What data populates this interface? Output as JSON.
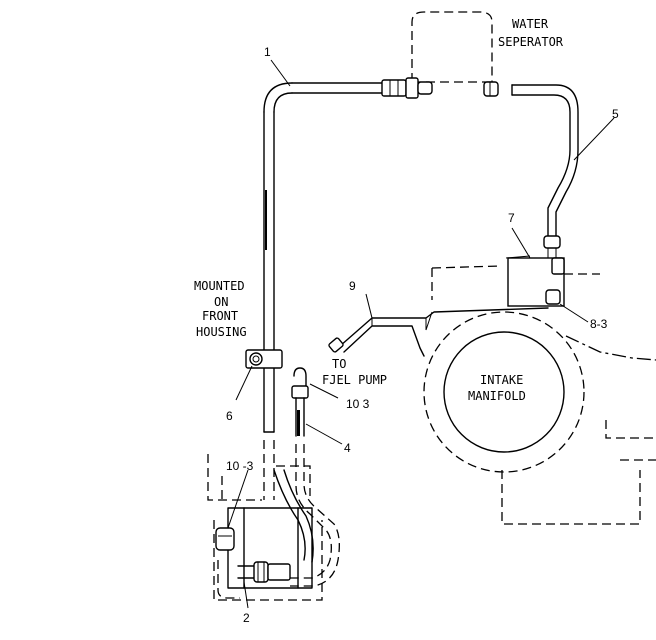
{
  "labels": {
    "water_separator_line1": "WATER",
    "water_separator_line2": "SEPERATOR",
    "mounted_line1": "MOUNTED",
    "mounted_line2": "ON",
    "mounted_line3": "FRONT",
    "mounted_line4": "HOUSING",
    "to_fuel_pump_line1": "TO",
    "to_fuel_pump_line2": "FJEL PUMP",
    "intake_manifold_line1": "INTAKE",
    "intake_manifold_line2": "MANIFOLD"
  },
  "callouts": {
    "c1": "1",
    "c2": "2",
    "c4": "4",
    "c5": "5",
    "c6": "6",
    "c7": "7",
    "c8": "8-3",
    "c9": "9",
    "c10a": "10 3",
    "c10b": "10 -3"
  }
}
